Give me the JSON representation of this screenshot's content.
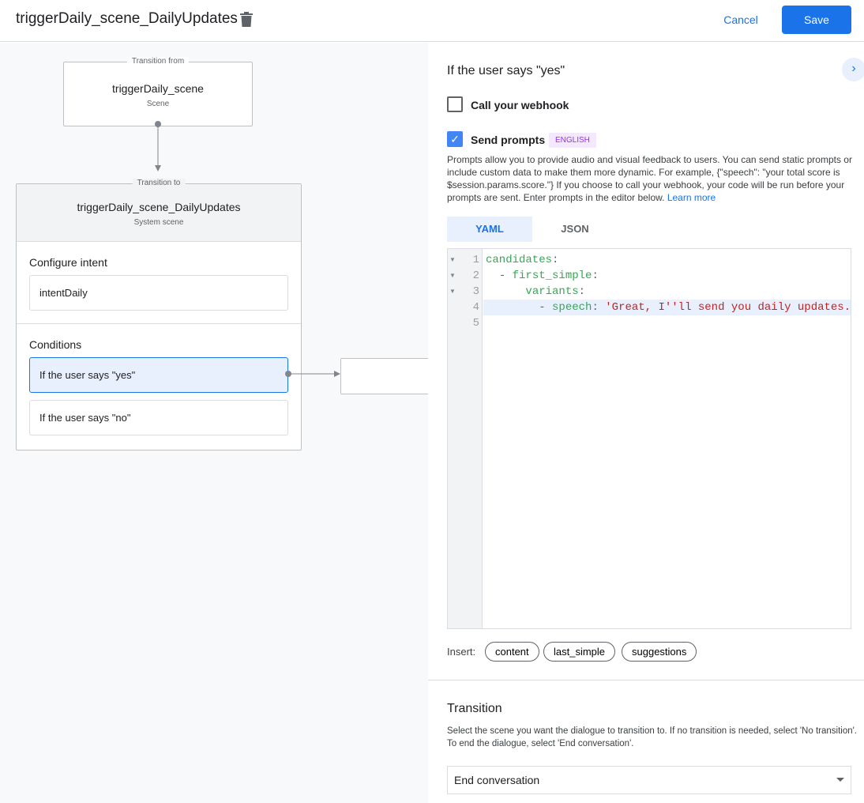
{
  "header": {
    "title": "triggerDaily_scene_DailyUpdates",
    "cancel": "Cancel",
    "save": "Save"
  },
  "graph": {
    "from": {
      "label": "Transition from",
      "name": "triggerDaily_scene",
      "type": "Scene"
    },
    "to": {
      "label": "Transition to",
      "name": "triggerDaily_scene_DailyUpdates",
      "type": "System scene"
    },
    "configure_intent": "Configure intent",
    "intent": "intentDaily",
    "conditions_label": "Conditions",
    "conditions": [
      "If the user says \"yes\"",
      "If the user says \"no\""
    ]
  },
  "panel": {
    "heading": "If the user says \"yes\"",
    "webhook": {
      "label": "Call your webhook",
      "checked": false
    },
    "prompts": {
      "label": "Send prompts",
      "checked": true,
      "badge": "ENGLISH"
    },
    "description": "Prompts allow you to provide audio and visual feedback to users. You can send static prompts or include custom data to make them more dynamic. For example, {\"speech\": \"your total score is $session.params.score.\"} If you choose to call your webhook, your code will be run before your prompts are sent. Enter prompts in the editor below.",
    "learn_more": "Learn more",
    "tabs": [
      "YAML",
      "JSON"
    ],
    "active_tab": "YAML",
    "code_lines": [
      {
        "n": "1",
        "indent": "",
        "dash": "",
        "key": "candidates",
        "val": ""
      },
      {
        "n": "2",
        "indent": "  ",
        "dash": "- ",
        "key": "first_simple",
        "val": ""
      },
      {
        "n": "3",
        "indent": "      ",
        "dash": "",
        "key": "variants",
        "val": ""
      },
      {
        "n": "4",
        "indent": "        ",
        "dash": "- ",
        "key": "speech",
        "val": " 'Great, I''ll send you daily updates."
      },
      {
        "n": "5",
        "indent": "",
        "dash": "",
        "key": "",
        "val": ""
      }
    ],
    "insert_label": "Insert:",
    "insert_chips": [
      "content",
      "last_simple",
      "suggestions"
    ],
    "transition": {
      "heading": "Transition",
      "description": "Select the scene you want the dialogue to transition to. If no transition is needed, select 'No transition'. To end the dialogue, select 'End conversation'.",
      "value": "End conversation"
    }
  }
}
